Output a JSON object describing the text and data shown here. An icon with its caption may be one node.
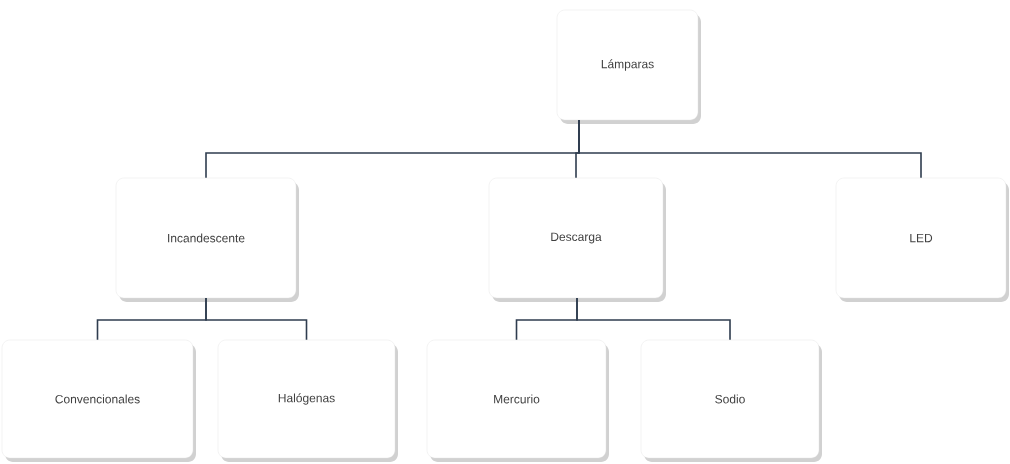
{
  "diagram": {
    "nodes": [
      {
        "text": [
          "Lámparas"
        ]
      },
      {
        "text": [
          "Incandescente"
        ]
      },
      {
        "text": [
          "Descarga"
        ]
      },
      {
        "text": [
          "LED"
        ]
      },
      {
        "text": [
          "Convencionales"
        ]
      },
      {
        "text": [
          "Halógenas"
        ]
      },
      {
        "text": [
          "Mercurio"
        ]
      },
      {
        "text": [
          "Sodio"
        ]
      }
    ],
    "edges": [
      {
        "from": 0,
        "to": 1,
        "arrow": "none"
      },
      {
        "from": 0,
        "to": 2,
        "arrow": "none"
      },
      {
        "from": 0,
        "to": 3,
        "arrow": "none"
      },
      {
        "from": 1,
        "to": 4,
        "arrow": "none"
      },
      {
        "from": 1,
        "to": 5,
        "arrow": "none"
      },
      {
        "from": 2,
        "to": 6,
        "arrow": "none"
      },
      {
        "from": 2,
        "to": 7,
        "arrow": "none"
      }
    ]
  }
}
